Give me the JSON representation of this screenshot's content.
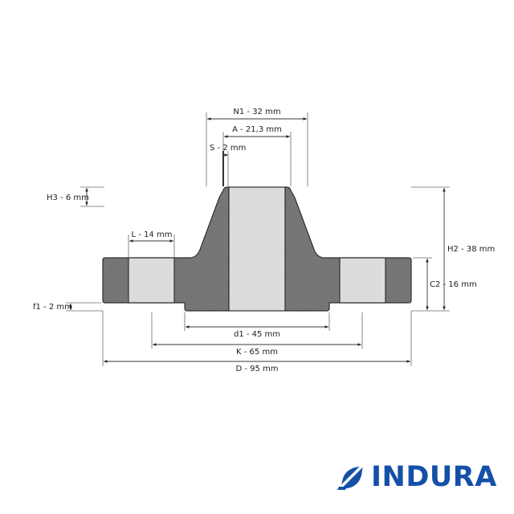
{
  "colors": {
    "metal_fill": "#7a7a7a",
    "hatch": "#5a5a5a",
    "outline": "#2e2e2e",
    "bore_fill": "#dcdcdc",
    "dim_line": "#4a4a4a",
    "brand": "#1450a8"
  },
  "dimensions": {
    "n1": "N1 - 32 mm",
    "a": "A - 21,3 mm",
    "s": "S - 2 mm",
    "h3": "H3 - 6 mm",
    "l": "L - 14 mm",
    "h2": "H2 - 38 mm",
    "c2": "C2 - 16 mm",
    "f1": "f1 - 2 mm",
    "d1": "d1 - 45 mm",
    "k": "K - 65 mm",
    "d": "D - 95 mm"
  },
  "brand": {
    "name": "INDURA",
    "icon": "indura-logo-icon"
  }
}
